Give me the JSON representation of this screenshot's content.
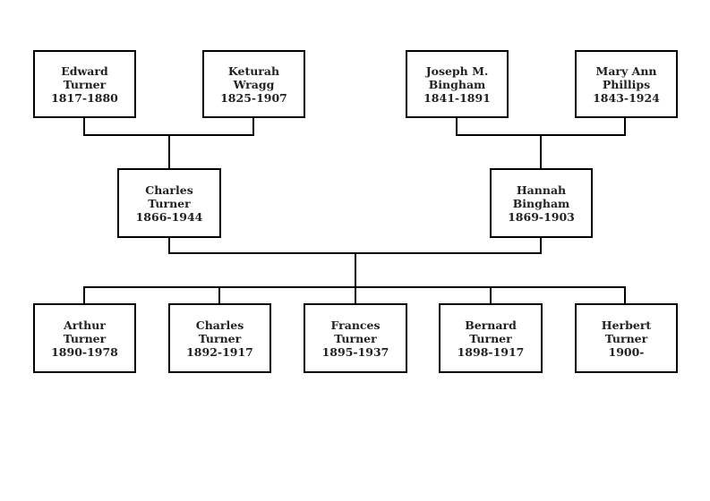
{
  "grandparents_paternal": [
    {
      "first": "Edward",
      "last": "Turner",
      "years": "1817-1880"
    },
    {
      "first": "Keturah",
      "last": "Wragg",
      "years": "1825-1907"
    }
  ],
  "grandparents_maternal": [
    {
      "first": "Joseph M.",
      "last": "Bingham",
      "years": "1841-1891"
    },
    {
      "first": "Mary Ann",
      "last": "Phillips",
      "years": "1843-1924"
    }
  ],
  "parents": [
    {
      "first": "Charles",
      "last": "Turner",
      "years": "1866-1944"
    },
    {
      "first": "Hannah",
      "last": "Bingham",
      "years": "1869-1903"
    }
  ],
  "children": [
    {
      "first": "Arthur",
      "last": "Turner",
      "years": "1890-1978"
    },
    {
      "first": "Charles",
      "last": "Turner",
      "years": "1892-1917"
    },
    {
      "first": "Frances",
      "last": "Turner",
      "years": "1895-1937"
    },
    {
      "first": "Bernard",
      "last": "Turner",
      "years": "1898-1917"
    },
    {
      "first": "Herbert",
      "last": "Turner",
      "years": "1900-"
    }
  ]
}
